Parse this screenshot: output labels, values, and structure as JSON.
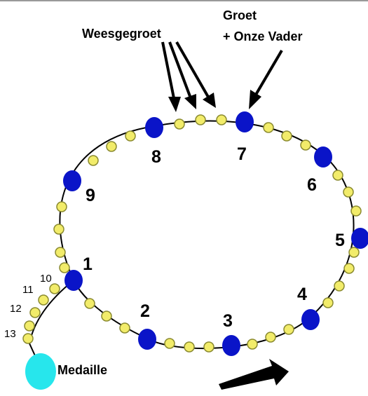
{
  "labels": {
    "hail_mary": "Weesgegroet",
    "glory_line1": "Groet",
    "glory_line2": "+ Onze Vader",
    "medal": "Medaille"
  },
  "large_numbers": [
    "1",
    "2",
    "3",
    "4",
    "5",
    "6",
    "7",
    "8",
    "9"
  ],
  "small_numbers": [
    "10",
    "11",
    "12",
    "13"
  ],
  "colors": {
    "large_bead": "#0a14c8",
    "small_bead": "#f2ec6a",
    "small_bead_stroke": "#8a8a30",
    "medal": "#27e6ec",
    "string": "#000000",
    "arrow": "#000000"
  },
  "icons": [
    "hail-mary-arrow",
    "glory-arrow",
    "direction-arrow"
  ]
}
